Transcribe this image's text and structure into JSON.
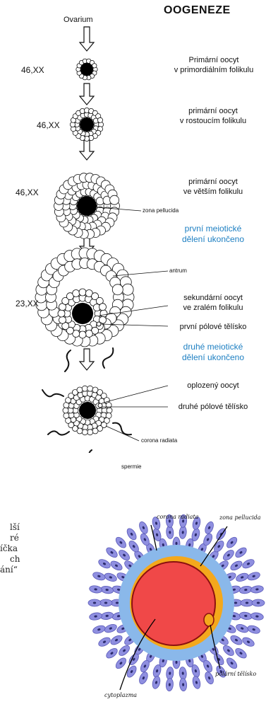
{
  "oogenesis": {
    "title": "OOGENEZE",
    "source": "Ovarium",
    "stages": [
      {
        "karyotype": "46,XX",
        "line1": "Primární oocyt",
        "line2": "v primordiálním folikulu"
      },
      {
        "karyotype": "46,XX",
        "line1": "primární oocyt",
        "line2": "v rostoucím folikulu"
      },
      {
        "karyotype": "46,XX",
        "line1": "primární oocyt",
        "line2": "ve větším folikulu"
      },
      {
        "karyotype": "23,XX",
        "line1": "sekundární oocyt",
        "line2": "ve zralém folikulu"
      }
    ],
    "meiosis1": {
      "line1": "první meiotické",
      "line2": "dělení ukončeno"
    },
    "meiosis2": {
      "line1": "druhé meiotické",
      "line2": "dělení ukončeno"
    },
    "labels": {
      "zona_pellucida": "zona pellucida",
      "antrum": "antrum",
      "first_polar_body": "první pólové tělísko",
      "fertilized": "oplozený oocyt",
      "second_polar_body": "druhé pólové tělísko",
      "corona_radiata": "corona radiata",
      "sperm": "spermie"
    },
    "colors": {
      "arrow": "#111111",
      "blue_text": "#1d7fc2"
    }
  },
  "side_note": {
    "lines": [
      "lší",
      "ré",
      "íčka",
      "ch",
      "ání“"
    ]
  },
  "oocyte_diagram": {
    "labels": {
      "corona_radiata": "corona radiata",
      "zona_pellucida": "zona pellucida",
      "cytoplasm": "cytoplazma",
      "polar_body": "polární tělísko"
    },
    "colors": {
      "cells": "#8f8fe0",
      "halo": "#8ab8ea",
      "zona": "#f4a81c",
      "cytoplasm": "#f04848",
      "outline": "#8b1010"
    }
  }
}
